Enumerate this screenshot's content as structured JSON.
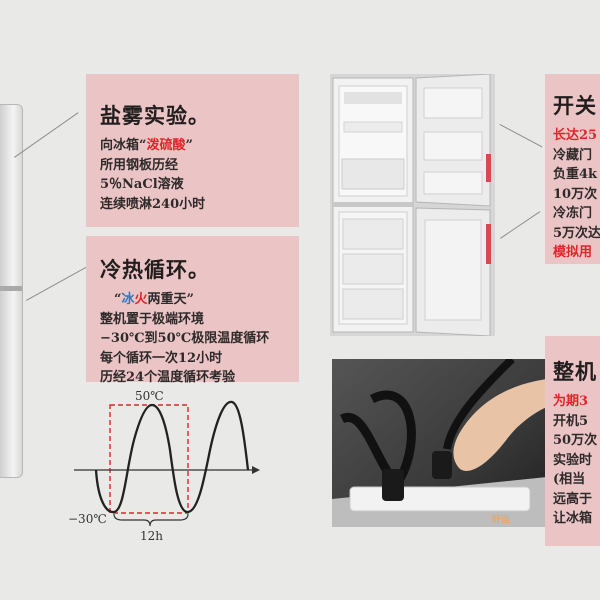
{
  "salt_panel": {
    "title": "盐雾实验。",
    "line1_prefix": "向冰箱“",
    "line1_highlight": "泼硫酸",
    "line1_suffix": "”",
    "line2": "所用钢板历经",
    "line3": "5％NaCl溶液",
    "line4": "连续喷淋240小时"
  },
  "thermal_panel": {
    "title": "冷热循环。",
    "line1_open": "“",
    "line1_ice": "冰",
    "line1_fire": "火",
    "line1_rest": "两重天”",
    "line2": "整机置于极端环境",
    "line3": "−30℃到50℃极限温度循环",
    "line4": "每个循环一次12小时",
    "line5": "历经24个温度循环考验"
  },
  "graph": {
    "top_label": "50℃",
    "bottom_label": "−30℃",
    "period_label": "12h"
  },
  "door_panel": {
    "title": "开关",
    "line1": "长达25",
    "line2": "冷藏门",
    "line3": "负重4k",
    "line4": "10万次",
    "line5": "冷冻门",
    "line6": "5万次达",
    "line7": "模拟用"
  },
  "whole_panel": {
    "title": "整机",
    "line1": "为期3",
    "line2": "开机5",
    "line3": "50万次",
    "line4": "实验时",
    "line5": "(相当",
    "line6": "远高于",
    "line7": "让冰箱"
  },
  "watermark": "好运",
  "colors": {
    "panel": "#ebc4c6",
    "red_text": "#e0262a",
    "blue_text": "#2b7ac9",
    "curve": "#222222",
    "dash_box": "#e0262a"
  }
}
